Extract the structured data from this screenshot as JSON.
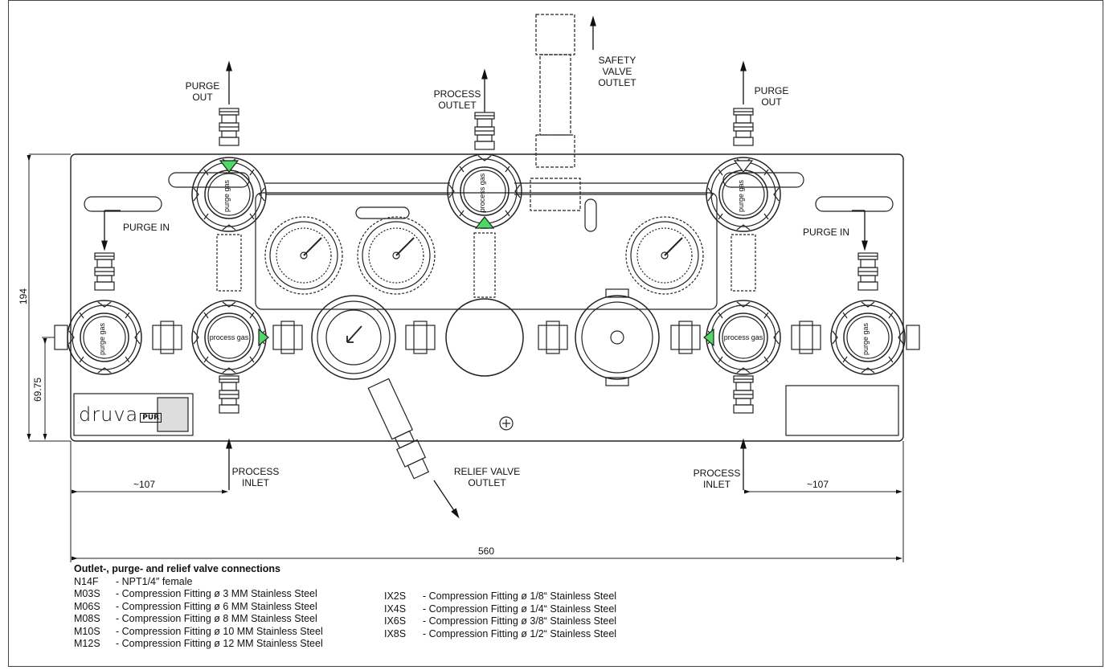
{
  "labels": {
    "purge_out_left": "PURGE\nOUT",
    "purge_out_right": "PURGE\nOUT",
    "process_outlet": "PROCESS\nOUTLET",
    "safety_valve_outlet": "SAFETY\nVALVE\nOUTLET",
    "purge_in_left": "PURGE IN",
    "purge_in_right": "PURGE IN",
    "process_inlet_left": "PROCESS\nINLET",
    "process_inlet_right": "PROCESS\nINLET",
    "relief_valve_outlet": "RELIEF VALVE\nOUTLET",
    "purge_gas": "purge gas",
    "process_gas": "process gas"
  },
  "dimensions": {
    "height": "194",
    "offset": "69.75",
    "left": "~107",
    "right": "~107",
    "width": "560"
  },
  "logo": {
    "brand": "druva",
    "sub": "PUR"
  },
  "legend": {
    "title": "Outlet-, purge- and relief valve connections",
    "left": [
      {
        "code": "N14F",
        "desc": "- NPT1/4″ female"
      },
      {
        "code": "M03S",
        "desc": "- Compression Fitting ø 3 MM Stainless Steel"
      },
      {
        "code": "M06S",
        "desc": "- Compression Fitting ø 6 MM Stainless Steel"
      },
      {
        "code": "M08S",
        "desc": "- Compression Fitting ø 8 MM Stainless Steel"
      },
      {
        "code": "M10S",
        "desc": "- Compression Fitting ø 10 MM Stainless Steel"
      },
      {
        "code": "M12S",
        "desc": "- Compression Fitting ø 12 MM Stainless Steel"
      }
    ],
    "right": [
      {
        "code": "IX2S",
        "desc": "- Compression Fitting ø 1/8“ Stainless Steel"
      },
      {
        "code": "IX4S",
        "desc": "- Compression Fitting ø 1/4“ Stainless Steel"
      },
      {
        "code": "IX6S",
        "desc": "- Compression Fitting ø 3/8“ Stainless Steel"
      },
      {
        "code": "IX8S",
        "desc": "- Compression Fitting ø 1/2“ Stainless Steel"
      }
    ]
  },
  "colors": {
    "line": "#222222",
    "indicator_green": "#4cd964"
  }
}
